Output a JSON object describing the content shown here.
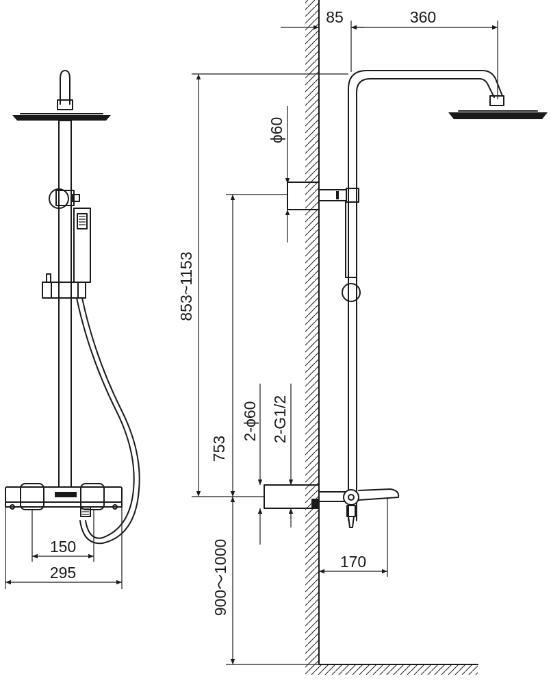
{
  "diagram": {
    "dimensions": {
      "wall_offset": "85",
      "arm_reach": "360",
      "head_pipe_diameter": "ϕ60",
      "height_adjust_range": "853~1153",
      "bracket_height": "753",
      "inlet_diameter": "2-ϕ60",
      "inlet_thread": "2-G1/2",
      "install_height": "900～1000",
      "spout_projection": "170",
      "valve_spacing": "150",
      "valve_width": "295"
    }
  }
}
